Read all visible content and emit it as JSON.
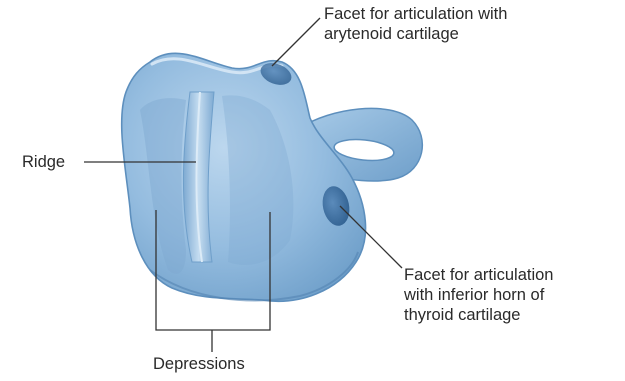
{
  "labels": {
    "facet_arytenoid": {
      "line1": "Facet for articulation with",
      "line2": "arytenoid cartilage"
    },
    "ridge": "Ridge",
    "facet_thyroid": {
      "line1": "Facet for articulation",
      "line2": "with inferior horn of",
      "line3": "thyroid cartilage"
    },
    "depressions": "Depressions"
  },
  "colors": {
    "cartilage_base": "#8fb9dc",
    "cartilage_light": "#b7d4ec",
    "cartilage_shadow": "#5d8fbd",
    "facet": "#3f6f9f",
    "leader_line": "#333333",
    "text": "#2a2a2a"
  }
}
